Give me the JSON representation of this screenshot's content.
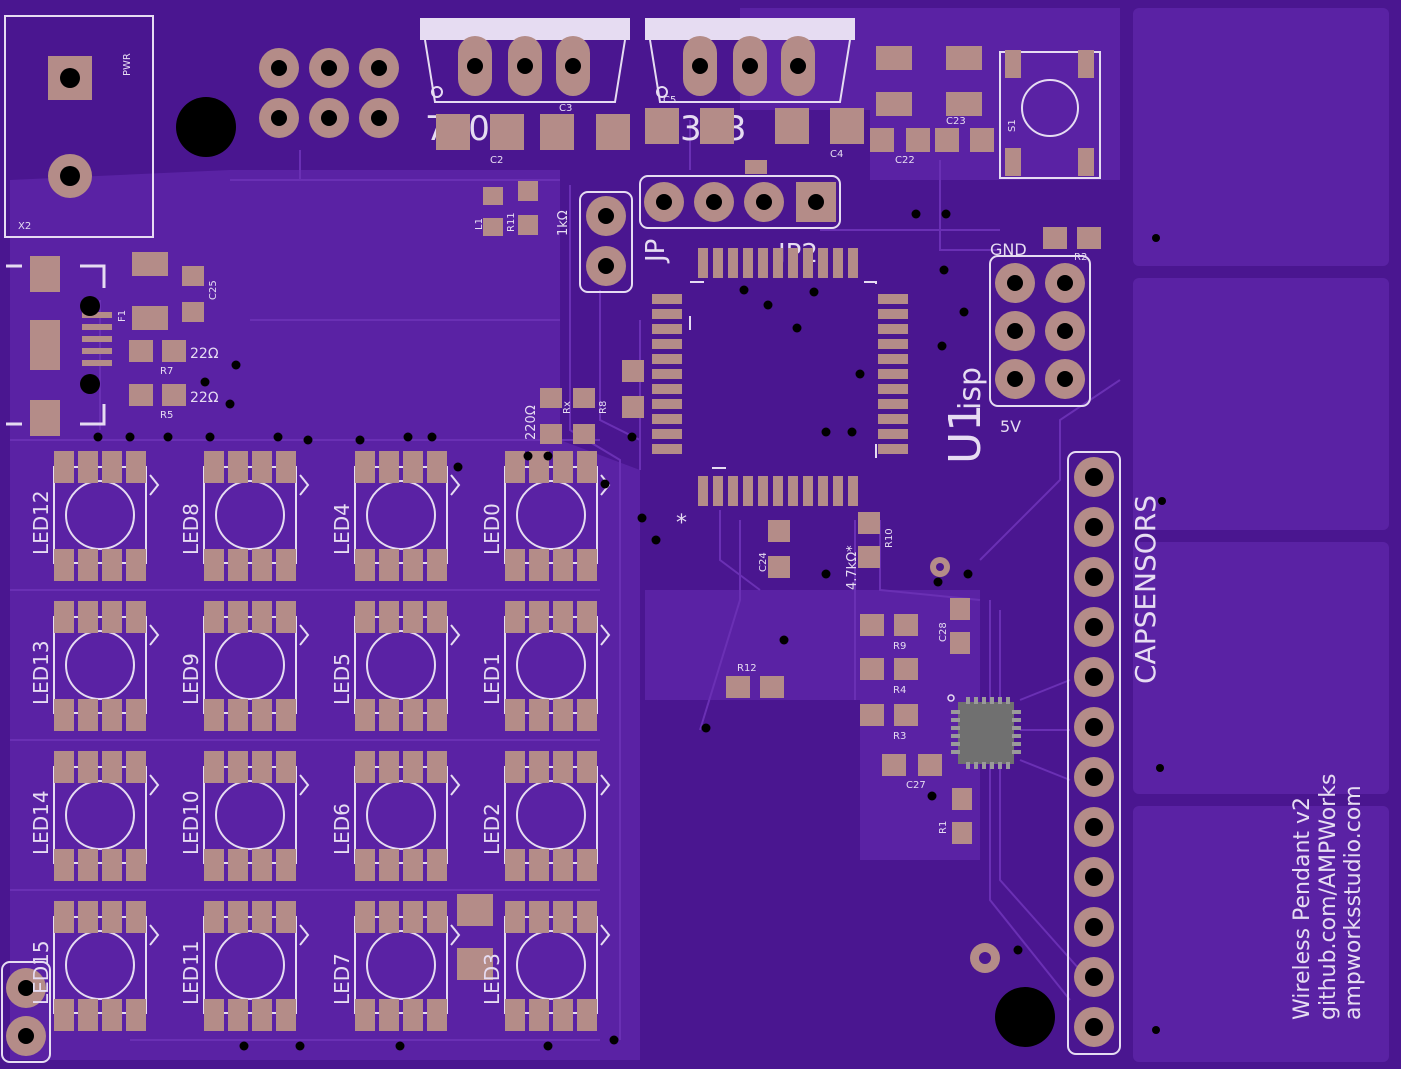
{
  "colors": {
    "board": "#4a1690",
    "copper": "#5b22a6",
    "trace": "#5e26a8",
    "pad": "#b48c88",
    "silk": "#e6dcf2",
    "hole": "#000000",
    "chip": "#6b6b6b"
  },
  "header_labels": {
    "pwr": "PWR",
    "x2": "X2",
    "gnd": "GND",
    "five_v": "5V",
    "jp": "JP",
    "jp2": "JP2",
    "isp": "isp",
    "u1": "U1",
    "capsensors": "CAPSENSORS",
    "s1": "S1"
  },
  "component_labels": {
    "c2": "C2",
    "c3": "C3",
    "c4": "C4",
    "c5": "C5",
    "c22": "C22",
    "c23": "C23",
    "c24": "C24",
    "c25": "C25",
    "c27": "C27",
    "c28": "C28",
    "f1": "F1",
    "l1": "L1",
    "r1": "R1",
    "r2": "R2",
    "r3": "R3",
    "r4": "R4",
    "r5": "R5",
    "r7": "R7",
    "r8": "R8",
    "r9": "R9",
    "r10": "R10",
    "r11": "R11",
    "r12": "R12",
    "rx": "Rx"
  },
  "value_labels": {
    "r7": "22Ω",
    "r5": "22Ω",
    "r11": "1kΩ",
    "rx": "220Ω",
    "r10": "4.7kΩ*"
  },
  "regulator_labels": {
    "left": "7805",
    "right": "3V3"
  },
  "leds": [
    "LED12",
    "LED8",
    "LED4",
    "LED0",
    "LED13",
    "LED9",
    "LED5",
    "LED1",
    "LED14",
    "LED10",
    "LED6",
    "LED2",
    "LED15",
    "LED11",
    "LED7",
    "LED3"
  ],
  "credits": {
    "line1": "Wireless Pendant v2",
    "line2": "github.com/AMPWorks",
    "line3": "ampworksstudio.com"
  }
}
